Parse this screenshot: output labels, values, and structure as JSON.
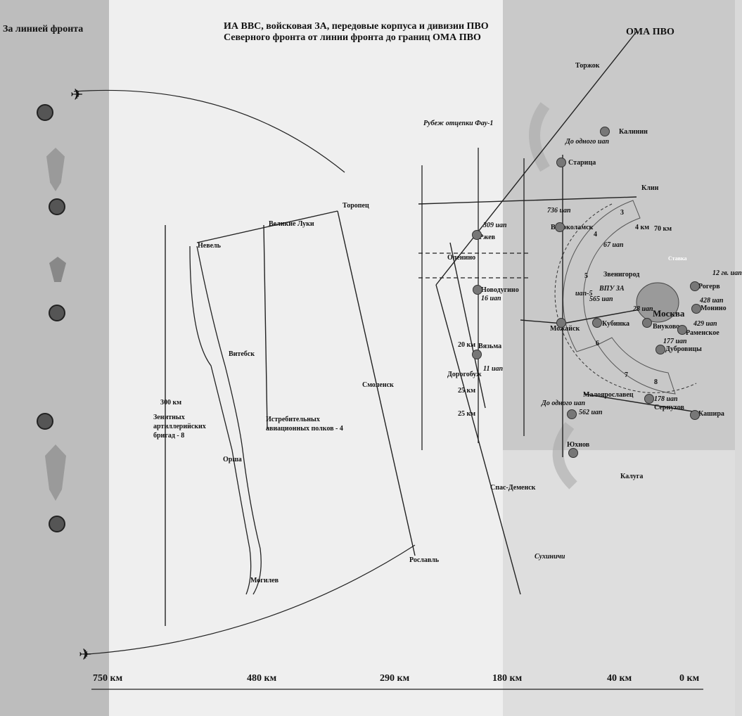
{
  "header": {
    "left": "За линией фронта",
    "title_line1": "ИА ВВС, войсковая ЗА, передовые корпуса и дивизии ПВО",
    "title_line2": "Северного фронта от линии фронта до границ ОМА ПВО",
    "right": "ОМА ПВО"
  },
  "cities": {
    "torzhok": "Торжок",
    "kalinin": "Калинин",
    "staritsa": "Старица",
    "klin": "Клин",
    "toropets": "Торопец",
    "velikie_luki": "Великие Луки",
    "nevel": "Невель",
    "rzhev": "Ржев",
    "volokolamsk": "Волоколамск",
    "olenino": "Оленино",
    "novodugino": "Новодугино",
    "zvenigorod": "Звенигород",
    "rzhev_rogers": "Рогерв",
    "monino": "Монино",
    "ramenskoe": "Раменское",
    "moskva": "Москва",
    "vnukovo": "Внуково",
    "kubinka": "Кубинка",
    "mozhaysk": "Можайск",
    "dubrovitsy": "Дубровицы",
    "vitebsk": "Витебск",
    "vyazma": "Вязьма",
    "dorogobuzh": "Дорогобуж",
    "smolensk": "Смоленск",
    "maloyaroslavets": "Малоярославец",
    "serpukhov": "Серпухов",
    "kashira": "Кашира",
    "yukhnov": "Юхнов",
    "kaluga": "Калуга",
    "orsha": "Орша",
    "spas_demensk": "Спас-Деменск",
    "roslavl": "Рославль",
    "sukhinichi": "Сухиничи",
    "mogilev": "Могилев",
    "stavka": "Ставка"
  },
  "units": {
    "iap309": "309 иап",
    "iap736": "736 иап",
    "iap67": "67 иап",
    "iap12": "12 гв. иап",
    "iap16": "16 иап",
    "iap565": "565 иап",
    "iap28": "28 иап",
    "iap428": "428 иап",
    "iap429": "429 иап",
    "iap177": "177 иап",
    "iap11": "11 иап",
    "iap178": "178 иап",
    "iap562": "562 иап",
    "ivpz": "ВПУ ЗА",
    "iap5": "иап-5"
  },
  "notes": {
    "fau_line": "Рубеж отцепки Фау-1",
    "do_odnogo_top": "До одного иап",
    "do_odnogo_bottom": "До одного иап",
    "artillery": "Зенитных артиллерийских бригад - 8",
    "fighter": "Истребительных авиационных полков - 4",
    "km300": "300 км",
    "km20": "20 км",
    "km25a": "25 км",
    "km25b": "25 км",
    "km4": "4 км",
    "km70": "70 км"
  },
  "sectors": [
    "3",
    "4",
    "5",
    "6",
    "7",
    "8"
  ],
  "scale": [
    "750 км",
    "480 км",
    "290 км",
    "180 км",
    "40 км",
    "0 км"
  ],
  "colors": {
    "marker": "#6a6a6a",
    "line": "#222222",
    "sector": "#bdbdbd",
    "bomb": "#9a9a9a"
  }
}
